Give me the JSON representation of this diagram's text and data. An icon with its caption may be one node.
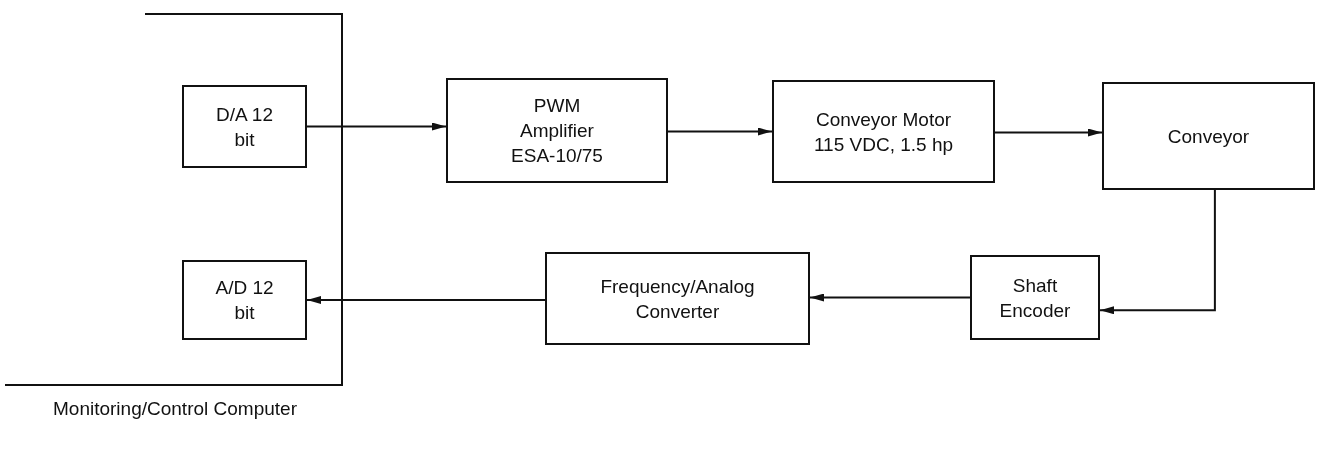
{
  "diagram": {
    "nodes": [
      {
        "text": [
          "Monitoring/Control Computer"
        ]
      },
      {
        "text": [
          "D/A 12 bit"
        ],
        "in": 0
      },
      {
        "text": [
          "A/D 12 bit"
        ],
        "in": 0
      },
      {
        "text": [
          "PWM Amplifier ESA-10/75"
        ]
      },
      {
        "text": [
          "Conveyor Motor 115 VDC, 1.5 hp"
        ]
      },
      {
        "text": [
          "Conveyor"
        ]
      },
      {
        "text": [
          "Shaft Encoder"
        ]
      },
      {
        "text": [
          "Frequency/Analog Converter"
        ]
      }
    ],
    "edges": [
      {
        "from": 1,
        "to": 3,
        "arrow": "to"
      },
      {
        "from": 3,
        "to": 4,
        "arrow": "to"
      },
      {
        "from": 4,
        "to": 5,
        "arrow": "to"
      },
      {
        "from": 5,
        "to": 6,
        "arrow": "to"
      },
      {
        "from": 6,
        "to": 7,
        "arrow": "to"
      },
      {
        "from": 7,
        "to": 2,
        "arrow": "to"
      }
    ]
  }
}
